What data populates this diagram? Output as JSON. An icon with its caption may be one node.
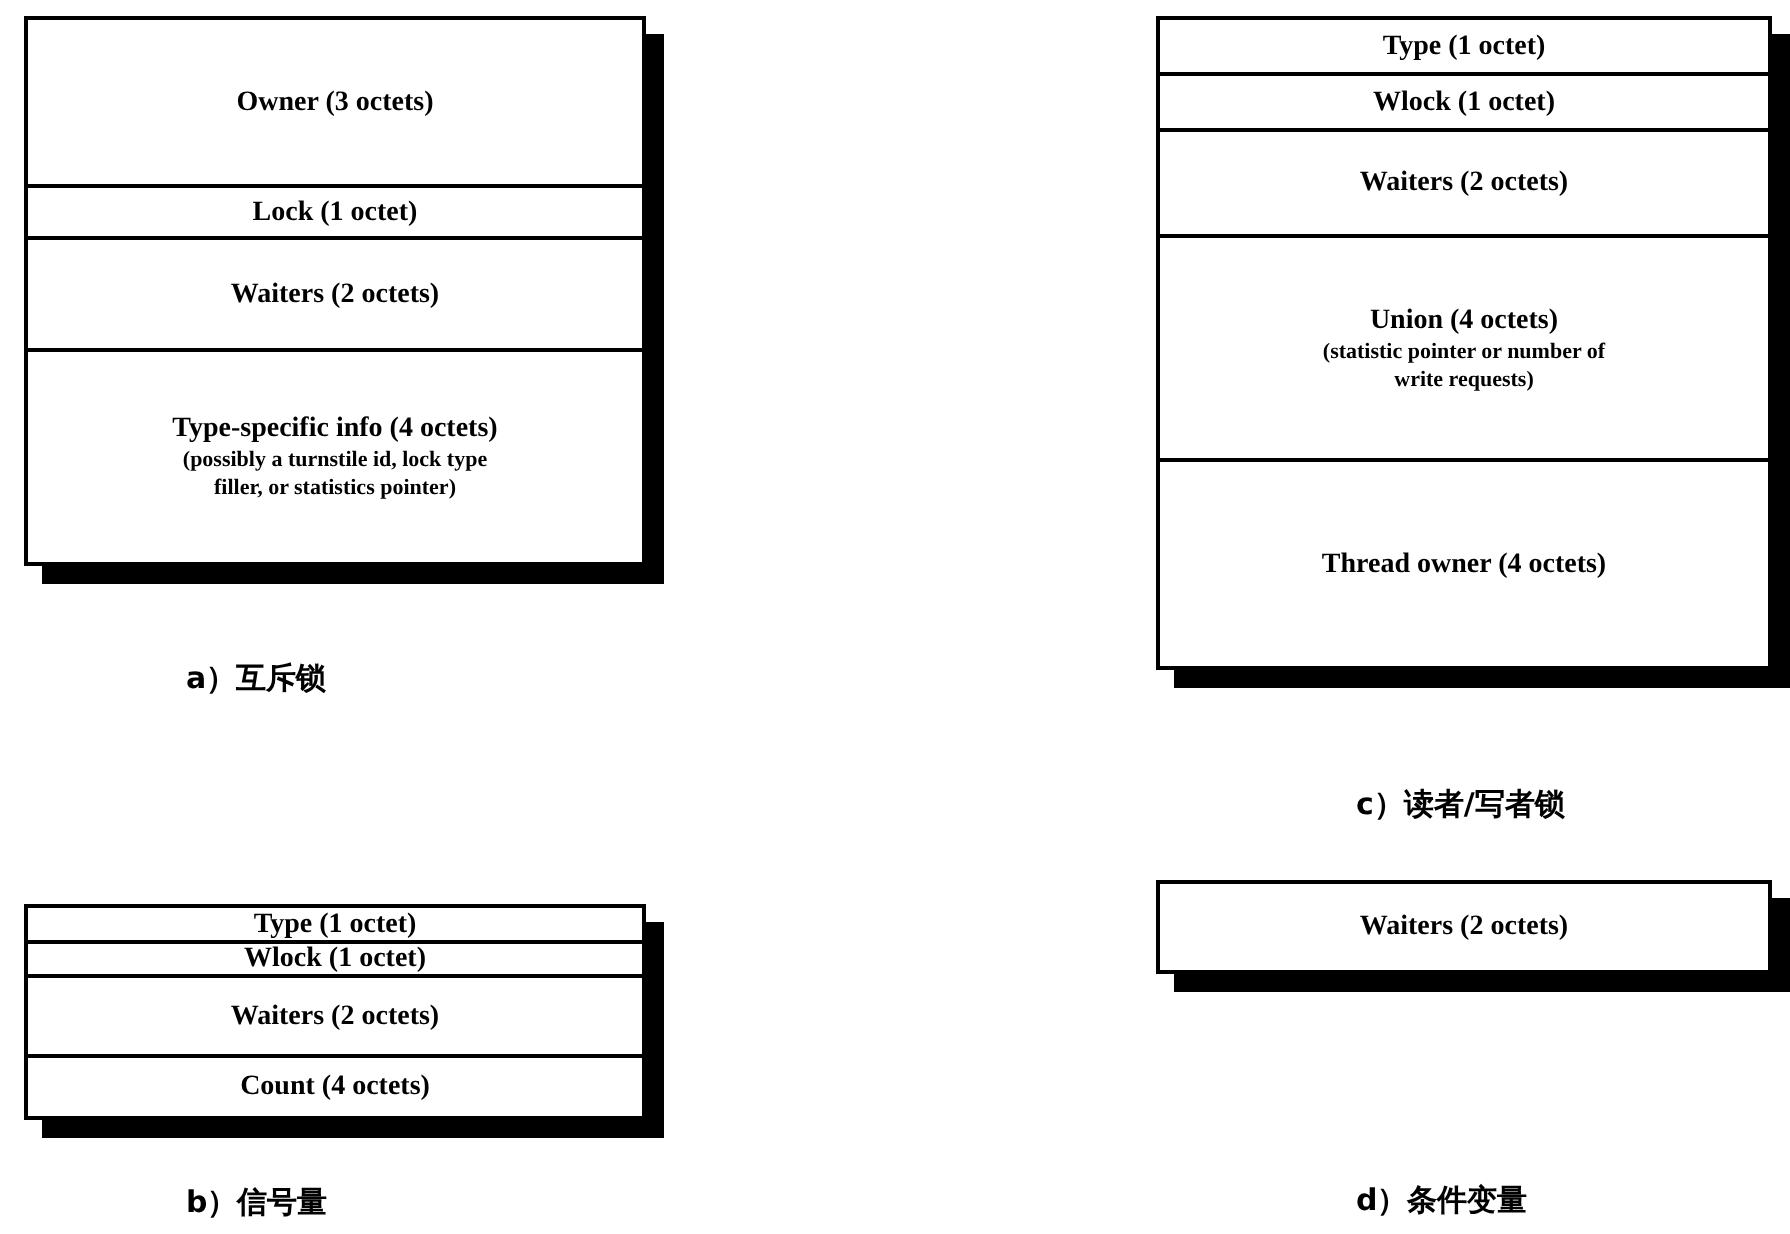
{
  "diagram": {
    "nodes": [
      {
        "text": [],
        "shape": "box"
      },
      {
        "text": [
          "Owner (3 octets)"
        ],
        "in": 0
      },
      {
        "text": [
          "Lock (1 octet)"
        ],
        "in": 0
      },
      {
        "text": [
          "Waiters (2 octets)"
        ],
        "in": 0
      },
      {
        "text": [
          "Type-specific info (4 octets)",
          "(possibly a turnstile id, lock type filler, or statistics pointer)"
        ],
        "in": 0
      },
      {
        "text": [],
        "shape": "box"
      },
      {
        "text": [
          "Type (1 octet)"
        ],
        "in": 5
      },
      {
        "text": [
          "Wlock (1 octet)"
        ],
        "in": 5
      },
      {
        "text": [
          "Waiters (2 octets)"
        ],
        "in": 5
      },
      {
        "text": [
          "Count (4 octets)"
        ],
        "in": 5
      },
      {
        "text": [],
        "shape": "box"
      },
      {
        "text": [
          "Type (1 octet)"
        ],
        "in": 10
      },
      {
        "text": [
          "Wlock (1 octet)"
        ],
        "in": 10
      },
      {
        "text": [
          "Waiters (2 octets)"
        ],
        "in": 10
      },
      {
        "text": [
          "Union (4 octets)",
          "(statistic pointer or number of write requests)"
        ],
        "in": 10
      },
      {
        "text": [
          "Thread owner (4 octets)"
        ],
        "in": 10
      },
      {
        "text": [],
        "shape": "box"
      },
      {
        "text": [
          "Waiters (2 octets)"
        ],
        "in": 16
      }
    ],
    "labels": [
      "a）互斥锁",
      "c）读者/写者锁",
      "b）信号量",
      "d）条件变量"
    ]
  }
}
